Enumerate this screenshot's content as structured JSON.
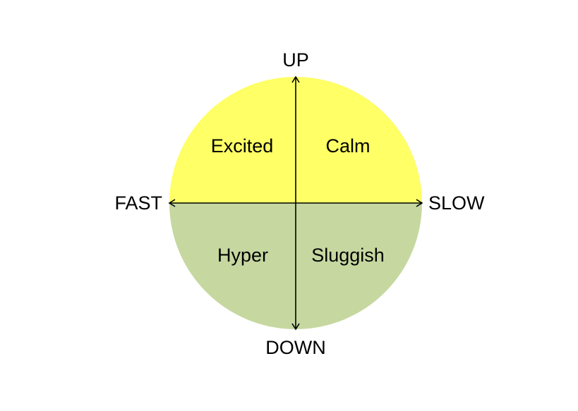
{
  "colors": {
    "upper_half": "#ffff66",
    "lower_half": "#c6d8a0",
    "axes": "#000000",
    "text": "#000000"
  },
  "axes": {
    "top": "UP",
    "bottom": "DOWN",
    "left": "FAST",
    "right": "SLOW"
  },
  "quadrants": {
    "top_left": "Excited",
    "top_right": "Calm",
    "bottom_left": "Hyper",
    "bottom_right": "Sluggish"
  }
}
